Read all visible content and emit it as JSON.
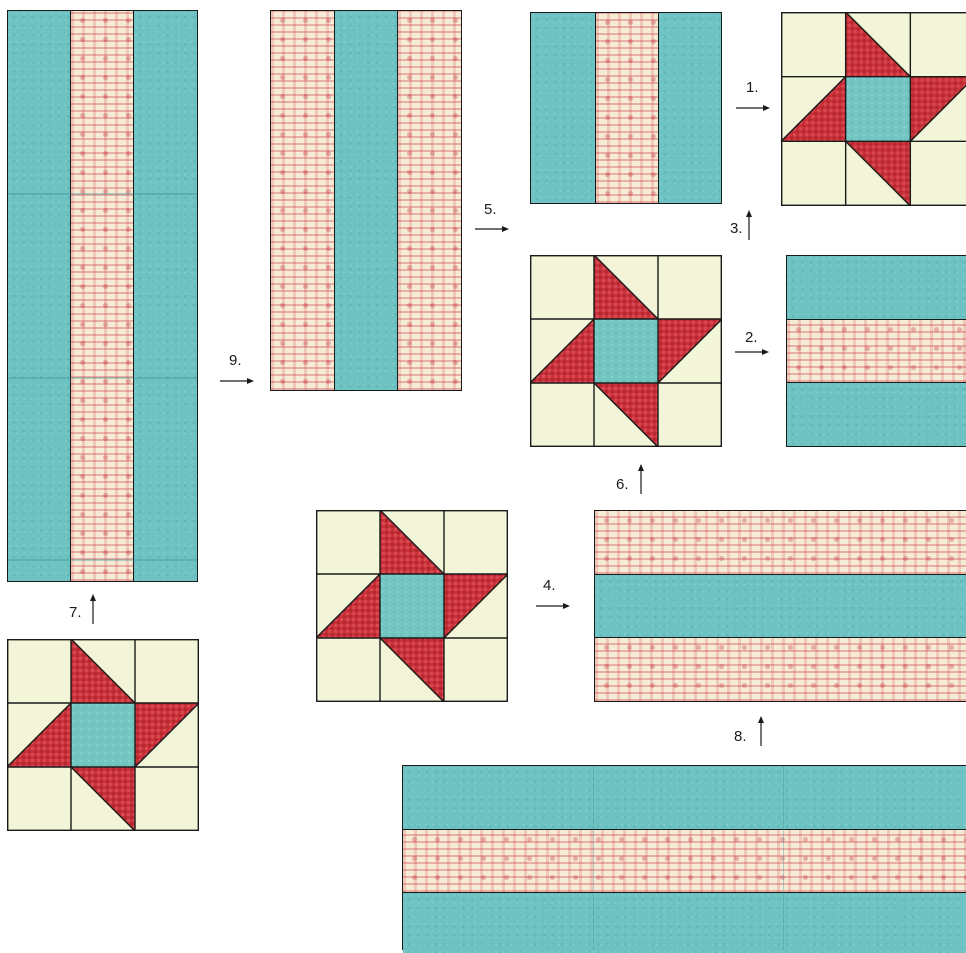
{
  "steps": {
    "s1": "1.",
    "s2": "2.",
    "s3": "3.",
    "s4": "4.",
    "s5": "5.",
    "s6": "6.",
    "s7": "7.",
    "s8": "8.",
    "s9": "9."
  },
  "colors": {
    "teal": "#6cc3c2",
    "red": "#c8323a",
    "cream": "#f3f5d8",
    "print": "#f6ebd6",
    "outline": "#1a1a1a"
  }
}
